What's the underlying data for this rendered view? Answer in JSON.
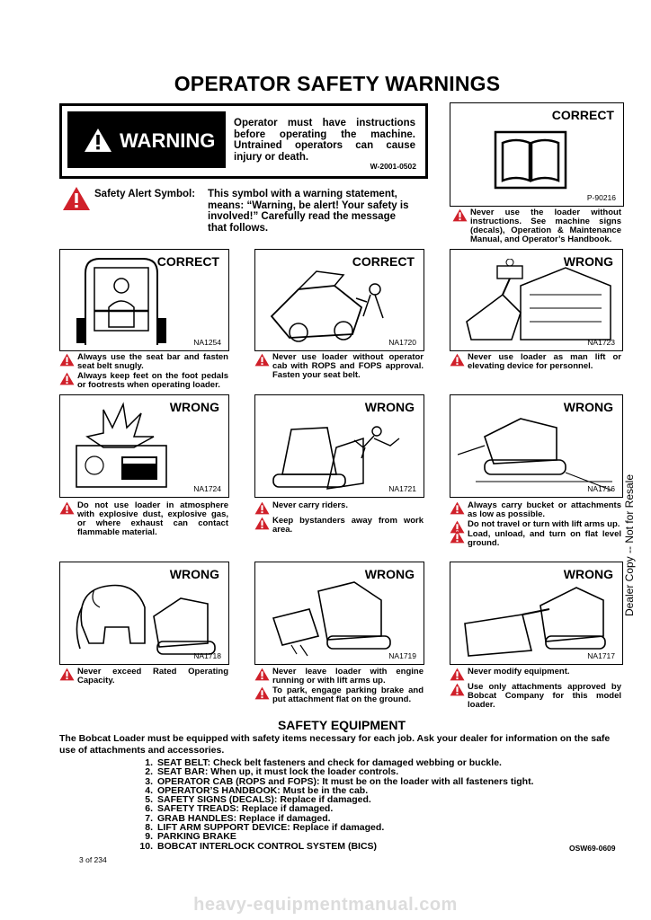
{
  "page": {
    "title": "OPERATOR SAFETY WARNINGS",
    "side_note": "Dealer Copy -- Not for Resale",
    "page_number": "3 of 234",
    "footer_watermark": "heavy-equipmentmanual.com"
  },
  "warning_box": {
    "word": "WARNING",
    "text": "Operator must have instructions before operating the machine. Untrained operators can cause injury or death.",
    "code": "W-2001-0502"
  },
  "safety_alert": {
    "label": "Safety Alert Symbol:",
    "text": "This symbol with a warning statement, means: “Warning, be alert! Your safety is involved!” Carefully read the message that follows."
  },
  "manual_panel": {
    "title": "CORRECT",
    "code": "P-90216",
    "captions": [
      "Never use the loader without instructions. See machine signs (decals), Operation & Maintenance Manual, and Operator’s Handbook."
    ]
  },
  "panels": [
    {
      "title": "CORRECT",
      "code": "NA1254",
      "icon": "seat-bar-operator-illustration",
      "captions": [
        "Always use the seat bar and fasten seat belt snugly.",
        "Always keep feet on the foot pedals or footrests when operating loader."
      ]
    },
    {
      "title": "CORRECT",
      "code": "NA1720",
      "icon": "rops-fops-cab-illustration",
      "captions": [
        "Never use loader without operator cab with ROPS and FOPS approval. Fasten your seat belt."
      ]
    },
    {
      "title": "WRONG",
      "code": "NA1723",
      "icon": "man-lift-illustration",
      "captions": [
        "Never use loader as man lift or elevating device for personnel."
      ]
    },
    {
      "title": "WRONG",
      "code": "NA1724",
      "icon": "explosion-illustration",
      "captions": [
        "Do not use loader in atmosphere with explosive dust, explosive gas, or where exhaust can contact flammable material."
      ]
    },
    {
      "title": "WRONG",
      "code": "NA1721",
      "icon": "carry-riders-illustration",
      "captions": [
        "Never carry riders.",
        "Keep bystanders away from work area."
      ]
    },
    {
      "title": "WRONG",
      "code": "NA1716",
      "icon": "raised-bucket-illustration",
      "captions": [
        "Always carry bucket or attachments as low as possible.",
        "Do not travel or turn with lift arms up.",
        "Load, unload, and turn on flat level ground."
      ]
    },
    {
      "title": "WRONG",
      "code": "NA1718",
      "icon": "elephant-overload-illustration",
      "captions": [
        "Never exceed Rated Operating Capacity."
      ]
    },
    {
      "title": "WRONG",
      "code": "NA1719",
      "icon": "leave-loader-arms-up-illustration",
      "captions": [
        "Never leave loader with engine running or with lift arms up.",
        "To park, engage parking brake and put attachment flat on the ground."
      ]
    },
    {
      "title": "WRONG",
      "code": "NA1717",
      "icon": "modified-bucket-illustration",
      "captions": [
        "Never modify equipment.",
        "Use only attachments approved by Bobcat Company for this model loader."
      ]
    }
  ],
  "safety_equipment": {
    "title": "SAFETY EQUIPMENT",
    "intro": "The Bobcat Loader must be equipped with safety items necessary for each job. Ask your dealer for information on the safe use of attachments and accessories.",
    "items": [
      {
        "num": "1.",
        "text": "SEAT BELT: Check belt fasteners and check for damaged webbing or buckle."
      },
      {
        "num": "2.",
        "text": "SEAT BAR: When up, it must lock the loader controls."
      },
      {
        "num": "3.",
        "text": "OPERATOR CAB (ROPS and FOPS): It must be on the loader with all fasteners tight."
      },
      {
        "num": "4.",
        "text": "OPERATOR’S HANDBOOK: Must be in the cab."
      },
      {
        "num": "5.",
        "text": "SAFETY SIGNS (DECALS): Replace if damaged."
      },
      {
        "num": "6.",
        "text": "SAFETY TREADS: Replace if damaged."
      },
      {
        "num": "7.",
        "text": "GRAB HANDLES: Replace if damaged."
      },
      {
        "num": "8.",
        "text": "LIFT ARM SUPPORT DEVICE: Replace if damaged."
      },
      {
        "num": "9.",
        "text": "PARKING BRAKE"
      },
      {
        "num": "10.",
        "text": "BOBCAT INTERLOCK CONTROL SYSTEM (BICS)"
      }
    ],
    "code": "OSW69-0609"
  },
  "colors": {
    "alert_red": "#d0202a",
    "ink": "#000000"
  }
}
